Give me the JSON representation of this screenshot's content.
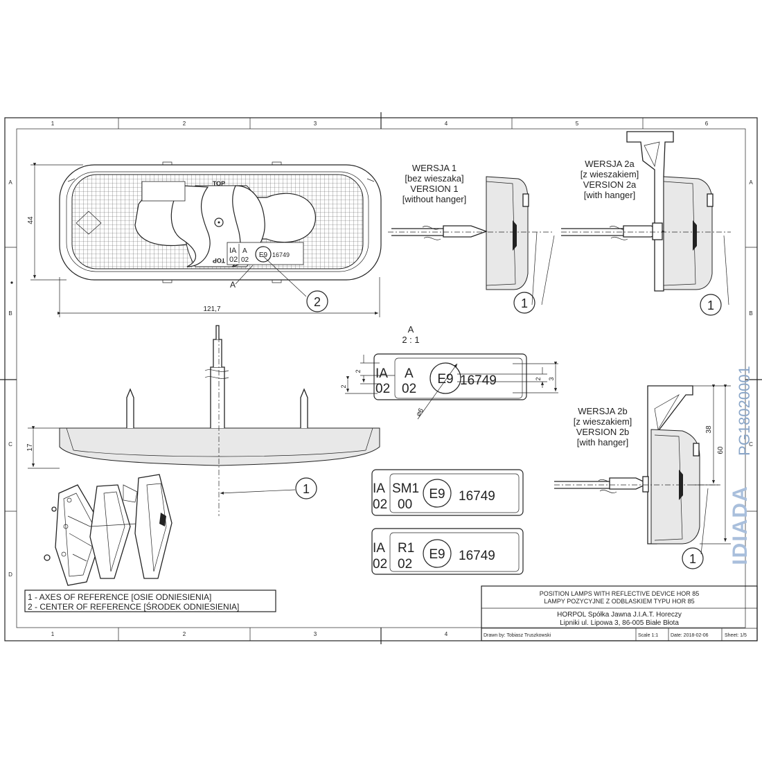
{
  "frame": {
    "top_zones": [
      "1",
      "2",
      "3",
      "4",
      "5",
      "6"
    ],
    "bottom_zones": [
      "1",
      "2",
      "3",
      "4"
    ],
    "side_zones": [
      "A",
      "B",
      "C",
      "D"
    ]
  },
  "front_view": {
    "dim_width": "121,7",
    "dim_height": "44",
    "label_top_1": "TOP",
    "label_top_2": "TOP",
    "lens_mark_ia": "IA",
    "lens_mark_a": "A",
    "lens_mark_02a": "02",
    "lens_mark_02b": "02",
    "lens_mark_e": "E9",
    "lens_mark_num": "16749",
    "section_marker": "A",
    "callout": "2"
  },
  "side_view": {
    "dim_height": "17",
    "callout": "1"
  },
  "detail_a": {
    "title": "A",
    "scale": "2 : 1",
    "ia": "IA",
    "ia_num": "02",
    "cat": "A",
    "cat_num": "02",
    "emark": "E9",
    "approval": "16749",
    "dim_2a": "2",
    "dim_2b": "2",
    "dim_2c": "2",
    "dim_3": "3",
    "dim_dia": "⌀6"
  },
  "versions": {
    "v1": {
      "l1": "WERSJA 1",
      "l2": "[bez wieszaka]",
      "l3": "VERSION 1",
      "l4": "[without hanger]",
      "callout": "1"
    },
    "v2a": {
      "l1": "WERSJA 2a",
      "l2": "[z wieszakiem]",
      "l3": "VERSION 2a",
      "l4": "[with hanger]",
      "callout": "1"
    },
    "v2b": {
      "l1": "WERSJA 2b",
      "l2": "[z wieszakiem]",
      "l3": "VERSION 2b",
      "l4": "[with hanger]",
      "callout": "1",
      "dim_38": "38",
      "dim_60": "60"
    }
  },
  "marking_boxes": [
    {
      "ia": "IA",
      "ia_num": "02",
      "cat": "SM1",
      "cat_num": "00",
      "emark": "E9",
      "approval": "16749"
    },
    {
      "ia": "IA",
      "ia_num": "02",
      "cat": "R1",
      "cat_num": "02",
      "emark": "E9",
      "approval": "16749"
    }
  ],
  "legend": {
    "line1": "1 - AXES OF REFERENCE [OSIE ODNIESIENIA]",
    "line2": "2 - CENTER OF REFERENCE [ŚRODEK ODNIESIENIA]"
  },
  "title_block": {
    "title_en": "POSITION LAMPS WITH REFLECTIVE DEVICE HOR 85",
    "title_pl": "LAMPY POZYCYJNE Z ODBLASKIEM TYPU HOR 85",
    "company": "HORPOL Spółka Jawna   J.I.A.T. Horeczy",
    "address": "Lipniki ul. Lipowa 3, 86-005 Białe Błota",
    "drawn_by": "Drawn by:  Tobiasz Truszkowski",
    "scale": "Scale  1:1",
    "date": "Date: 2018-02-06",
    "sheet": "Sheet: 1/5"
  },
  "side_stamp": {
    "code": "PG18020001",
    "brand": "IDIADA"
  }
}
